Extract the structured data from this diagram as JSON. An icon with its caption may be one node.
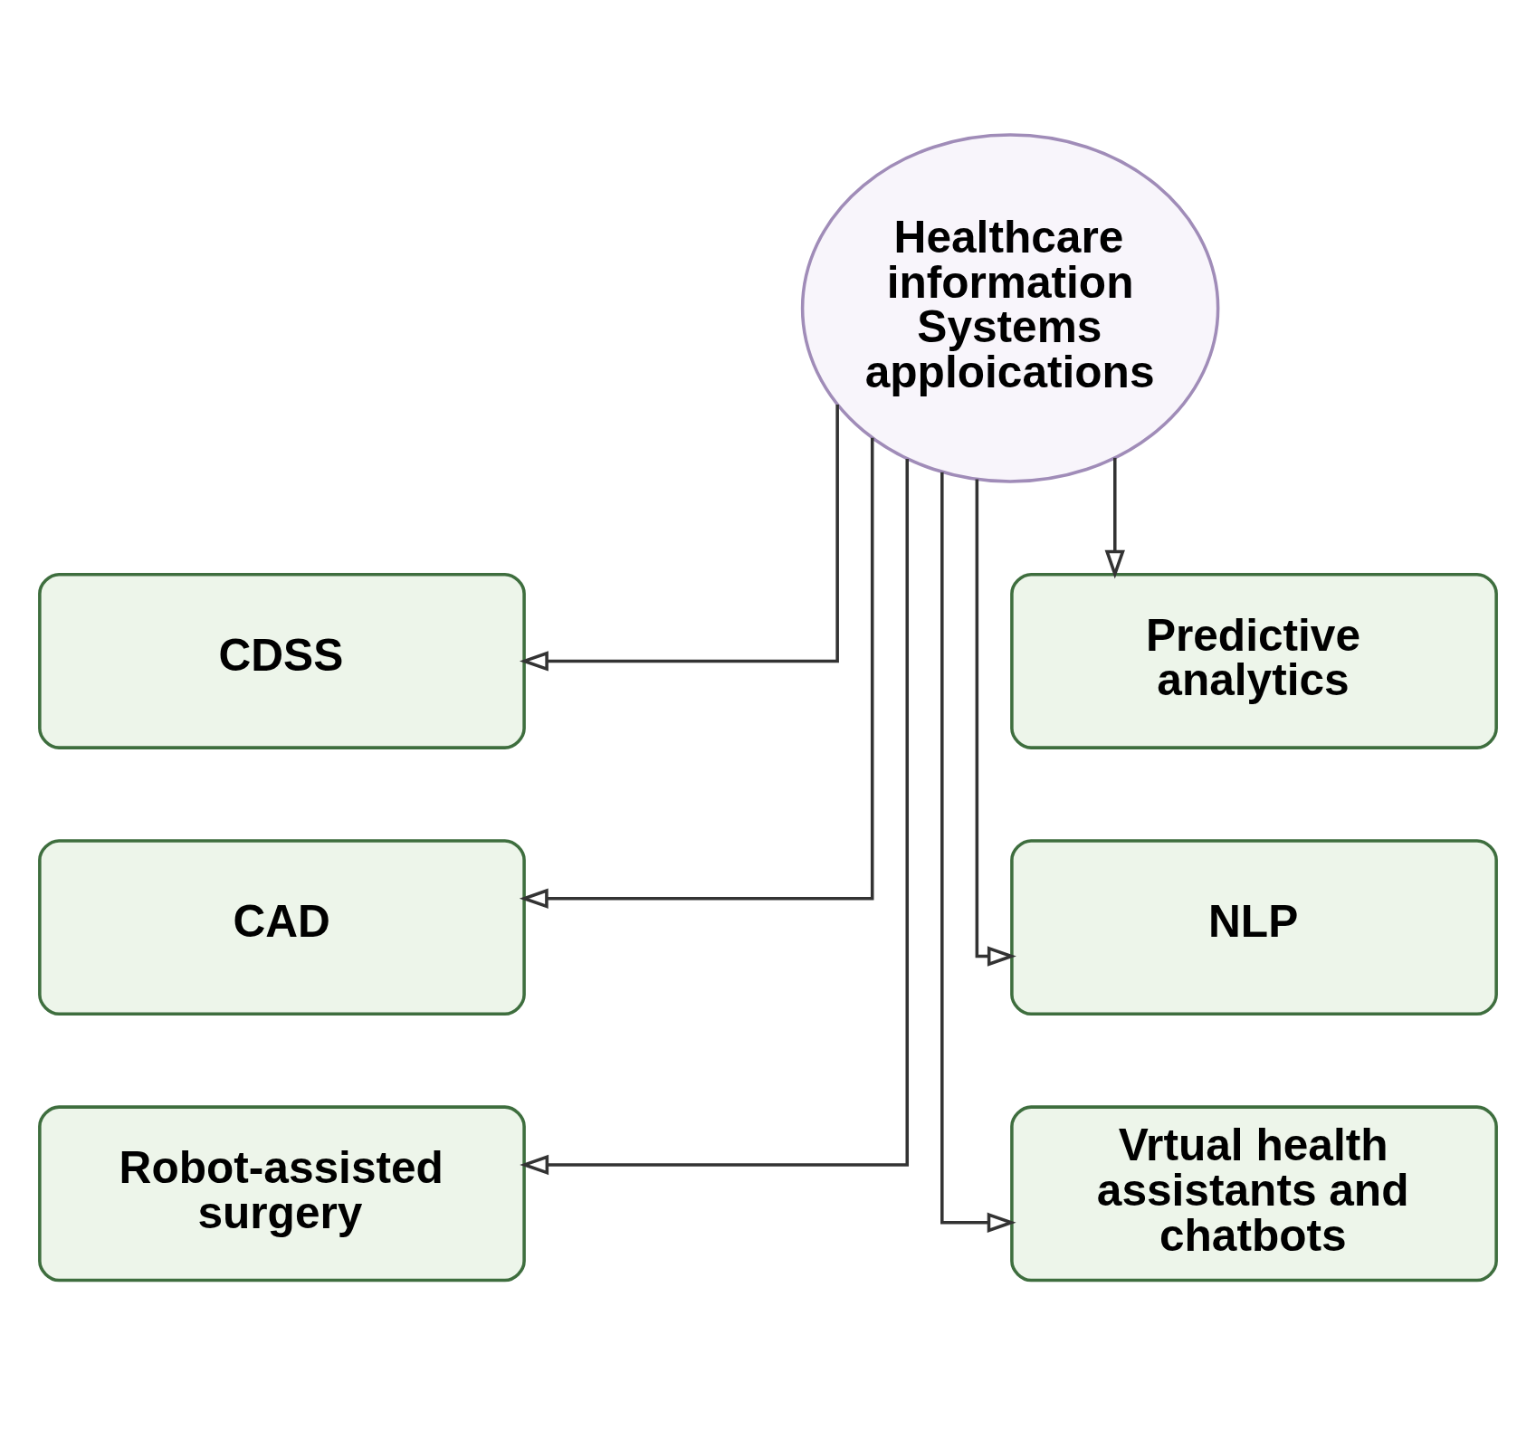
{
  "diagram": {
    "nodes": [
      {
        "text": [
          "Healthcare information Systems apploications"
        ]
      },
      {
        "text": [
          "CDSS"
        ]
      },
      {
        "text": [
          "Predictive analytics"
        ]
      },
      {
        "text": [
          "CAD"
        ]
      },
      {
        "text": [
          "NLP"
        ]
      },
      {
        "text": [
          "Robot-assisted surgery"
        ]
      },
      {
        "text": [
          "Vrtual health assistants and chatbots"
        ]
      }
    ],
    "edges": [
      {
        "from": 0,
        "to": 1,
        "arrow": "to"
      },
      {
        "from": 0,
        "to": 2,
        "arrow": "to"
      },
      {
        "from": 0,
        "to": 3,
        "arrow": "to"
      },
      {
        "from": 0,
        "to": 4,
        "arrow": "to"
      },
      {
        "from": 0,
        "to": 5,
        "arrow": "to"
      },
      {
        "from": 0,
        "to": 6,
        "arrow": "to"
      }
    ]
  }
}
